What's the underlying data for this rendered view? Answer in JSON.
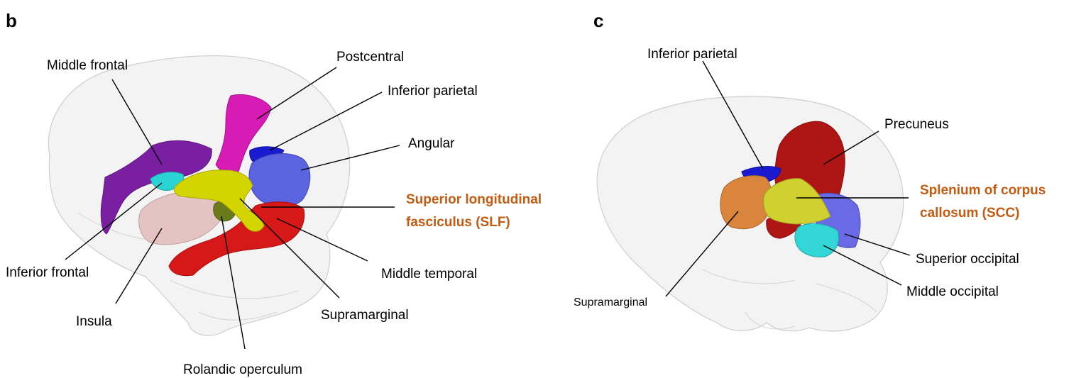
{
  "colors": {
    "highlight": "#c55a11",
    "middle_frontal": "#7b1fa2",
    "postcentral": "#d81bb5",
    "inferior_parietal": "#1a1ad0",
    "angular": "#5c63e0",
    "slf": "#d4d400",
    "middle_temporal": "#d61818",
    "insula": "#e6c3c3",
    "inferior_frontal": "#2ad4d4",
    "rolandic": "#6b7a1a",
    "precuneus": "#b01515",
    "scc": "#d0d030",
    "supramarginal": "#d9853b",
    "superior_occipital": "#6a6ae6",
    "middle_occipital": "#33d6d6"
  },
  "panel_b": {
    "letter": "b",
    "labels": {
      "middle_frontal": "Middle frontal",
      "postcentral": "Postcentral",
      "inferior_parietal": "Inferior parietal",
      "angular": "Angular",
      "slf_line1": "Superior longitudinal",
      "slf_line2": "fasciculus (SLF)",
      "middle_temporal": "Middle temporal",
      "supramarginal": "Supramarginal",
      "rolandic_operculum": "Rolandic operculum",
      "insula": "Insula",
      "inferior_frontal": "Inferior frontal"
    }
  },
  "panel_c": {
    "letter": "c",
    "labels": {
      "inferior_parietal": "Inferior parietal",
      "precuneus": "Precuneus",
      "scc_line1": "Splenium of corpus",
      "scc_line2": "callosum (SCC)",
      "superior_occipital": "Superior occipital",
      "middle_occipital": "Middle occipital",
      "supramarginal": "Supramarginal"
    }
  }
}
